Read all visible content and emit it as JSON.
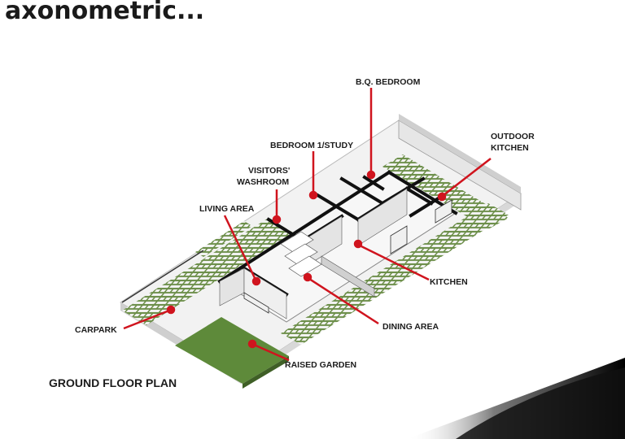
{
  "title": "axonometric...",
  "floor_plan_title": "GROUND FLOOR PLAN",
  "accent_color": "#d0141e",
  "lawn_color": "#5e8a3a",
  "labels": {
    "bq_bedroom": "B.Q. BEDROOM",
    "outdoor_kitchen_1": "OUTDOOR",
    "outdoor_kitchen_2": "KITCHEN",
    "bedroom_study": "BEDROOM 1/STUDY",
    "visitors_washroom_1": "VISITORS'",
    "visitors_washroom_2": "WASHROOM",
    "living_area": "LIVING AREA",
    "kitchen": "KITCHEN",
    "dining_area": "DINING AREA",
    "carpark": "CARPARK",
    "raised_garden": "RAISED GARDEN"
  }
}
